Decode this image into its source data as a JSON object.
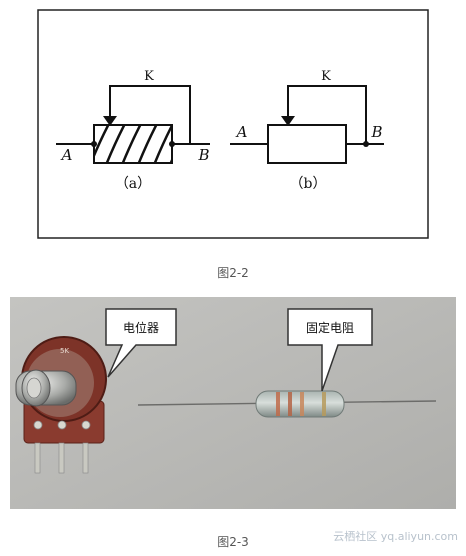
{
  "figure_2_2": {
    "label_k_a": "K",
    "label_a_a": "A",
    "label_b_a": "B",
    "sub_a": "（a）",
    "label_k_b": "K",
    "label_a_b": "A",
    "label_b_b": "B",
    "sub_b": "（b）",
    "caption": "图2-2"
  },
  "figure_2_3": {
    "callout_potentiometer": "电位器",
    "callout_fixed_resistor": "固定电阻",
    "caption": "图2-3"
  },
  "watermark": "云栖社区 yq.aliyun.com",
  "colors": {
    "diagram_line": "#111111",
    "photo_bg": "#b9b9b6",
    "caption_text": "#555555"
  }
}
